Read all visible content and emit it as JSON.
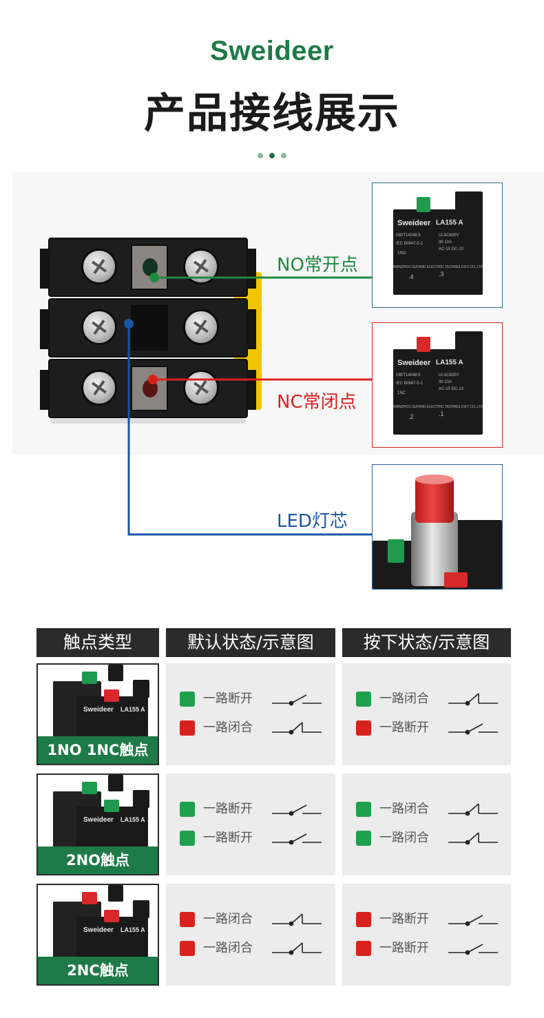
{
  "header": {
    "brand": "Sweideer",
    "title": "产品接线展示"
  },
  "wiring": {
    "no_label": "NO常开点",
    "nc_label": "NC常闭点",
    "led_label": "LED灯芯",
    "colors": {
      "no": "#1d8a40",
      "nc": "#d9211f",
      "led": "#1a55a3"
    }
  },
  "contact_block_photo": {
    "brand": "Sweideer",
    "model": "LA155 A",
    "spec_lines": [
      "GB/T14048.5",
      "IEC 60947-5-1",
      "Ui AC600V",
      "Ith 10A",
      "AC-15 DC-13"
    ],
    "no_terminals": [
      ".4",
      ".3"
    ],
    "nc_terminals": [
      ".2",
      ".1"
    ],
    "no_marking": "1NO",
    "nc_marking": "1NC",
    "maker": "WENZHOU SUOWEI ELECTRIC TECHNOLOGY CO.,LTD"
  },
  "table": {
    "headers": [
      "触点类型",
      "默认状态/示意图",
      "按下状态/示意图"
    ],
    "rows": [
      {
        "type": "1NO 1NC触点",
        "knobs": [
          "green",
          "red"
        ],
        "default": [
          {
            "color": "green",
            "text": "一路断开",
            "switch": "open"
          },
          {
            "color": "red",
            "text": "一路闭合",
            "switch": "closed"
          }
        ],
        "pressed": [
          {
            "color": "green",
            "text": "一路闭合",
            "switch": "closed"
          },
          {
            "color": "red",
            "text": "一路断开",
            "switch": "open"
          }
        ]
      },
      {
        "type": "2NO触点",
        "knobs": [
          "green",
          "green"
        ],
        "default": [
          {
            "color": "green",
            "text": "一路断开",
            "switch": "open"
          },
          {
            "color": "green",
            "text": "一路断开",
            "switch": "open"
          }
        ],
        "pressed": [
          {
            "color": "green",
            "text": "一路闭合",
            "switch": "closed"
          },
          {
            "color": "green",
            "text": "一路闭合",
            "switch": "closed"
          }
        ]
      },
      {
        "type": "2NC触点",
        "knobs": [
          "red",
          "red"
        ],
        "default": [
          {
            "color": "red",
            "text": "一路闭合",
            "switch": "closed"
          },
          {
            "color": "red",
            "text": "一路闭合",
            "switch": "closed"
          }
        ],
        "pressed": [
          {
            "color": "red",
            "text": "一路断开",
            "switch": "open"
          },
          {
            "color": "red",
            "text": "一路断开",
            "switch": "open"
          }
        ]
      }
    ]
  }
}
